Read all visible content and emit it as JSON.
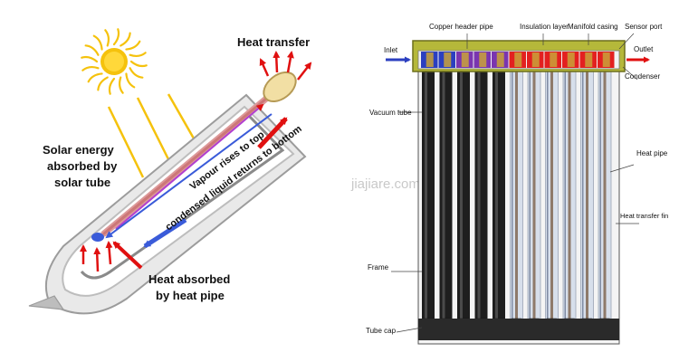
{
  "left_diagram": {
    "heat_transfer": "Heat transfer",
    "solar_energy_lines": [
      "Solar energy",
      "absorbed by",
      "solar tube"
    ],
    "vapour_text": "Vapour rises to top",
    "condensed_text": "condensed liquid returns to bottom",
    "heat_absorbed_lines": [
      "Heat absorbed",
      "by heat pipe"
    ],
    "colors": {
      "sun": "#f5c20c",
      "arrow_red": "#e01010",
      "arrow_blue": "#3a5bd9",
      "tube_gray": "#b7b7b7"
    }
  },
  "right_diagram": {
    "labels": {
      "copper_header_pipe": "Copper header pipe",
      "insulation_layer": "Insulation layer",
      "manifold_casing": "Manifold casing",
      "sensor_port": "Sensor port",
      "inlet": "Inlet",
      "outlet": "Outlet",
      "condenser": "Condenser",
      "vacuum_tube": "Vacuum tube",
      "heat_pipe": "Heat pipe",
      "heat_transfer_fin": "Heat transfer fin",
      "frame": "Frame",
      "tube_cap": "Tube cap"
    },
    "colors": {
      "manifold": "#b5b83a",
      "header_cold": "#2b3fc0",
      "header_hot": "#e32020",
      "tube_dark": "#1e1e1e",
      "fin_light": "#d7dfeb"
    }
  },
  "watermark": "jiajiare.com"
}
